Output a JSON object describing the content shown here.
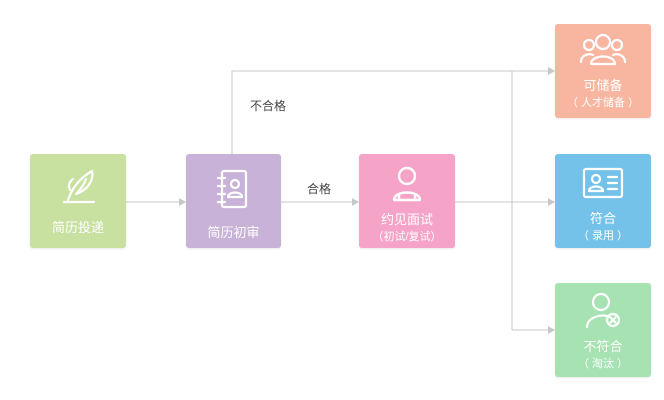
{
  "colors": {
    "submit": "#c8e0a0",
    "review": "#c9b2d8",
    "interview": "#f6a3c8",
    "reserve": "#f8b6a0",
    "hire": "#74c2ea",
    "reject": "#a6e2b2",
    "line": "#c8c8c8"
  },
  "nodes": {
    "submit": {
      "label": "简历投递",
      "icon": "quill-icon"
    },
    "review": {
      "label": "简历初审",
      "icon": "address-book-icon"
    },
    "interview": {
      "label": "约见面试",
      "sub": "（初试/复试）",
      "icon": "person-icon"
    },
    "reserve": {
      "label": "可储备",
      "sub": "（ 人才储备 ）",
      "icon": "group-icon"
    },
    "hire": {
      "label": "符合",
      "sub": "（ 录用 ）",
      "icon": "id-card-icon"
    },
    "reject": {
      "label": "不符合",
      "sub": "（ 淘汰 ）",
      "icon": "person-reject-icon"
    }
  },
  "edges": {
    "fail_label": "不合格",
    "pass_label": "合格"
  }
}
